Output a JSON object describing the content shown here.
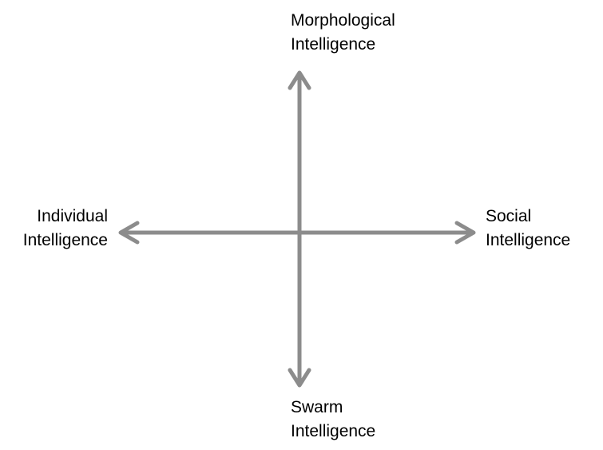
{
  "diagram": {
    "axis_color": "#8c8c8c",
    "labels": {
      "top": {
        "line1": "Morphological",
        "line2": "Intelligence"
      },
      "bottom": {
        "line1": "Swarm",
        "line2": "Intelligence"
      },
      "left": {
        "line1": "Individual",
        "line2": "Intelligence"
      },
      "right": {
        "line1": "Social",
        "line2": "Intelligence"
      }
    }
  }
}
